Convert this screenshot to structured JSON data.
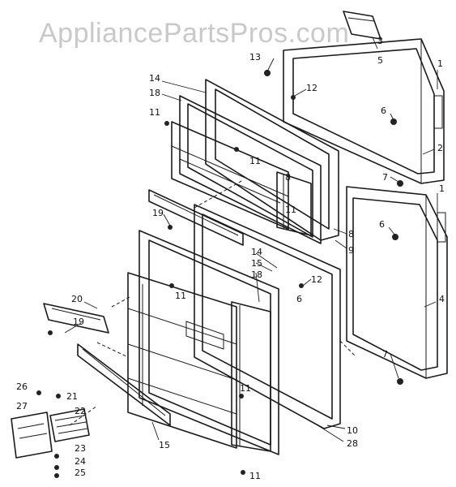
{
  "watermark": "AppliancePartsPros.com",
  "callouts": [
    {
      "id": "c1a",
      "text": "1"
    },
    {
      "id": "c1b",
      "text": "1"
    },
    {
      "id": "c2",
      "text": "2"
    },
    {
      "id": "c3",
      "text": "3"
    },
    {
      "id": "c4",
      "text": "4"
    },
    {
      "id": "c5",
      "text": "5"
    },
    {
      "id": "c6a",
      "text": "6"
    },
    {
      "id": "c6b",
      "text": "6"
    },
    {
      "id": "c6c",
      "text": "6"
    },
    {
      "id": "c7a",
      "text": "7"
    },
    {
      "id": "c7b",
      "text": "7"
    },
    {
      "id": "c8a",
      "text": "8"
    },
    {
      "id": "c8b",
      "text": "8"
    },
    {
      "id": "c9",
      "text": "9"
    },
    {
      "id": "c10",
      "text": "10"
    },
    {
      "id": "c11a",
      "text": "11"
    },
    {
      "id": "c11b",
      "text": "11"
    },
    {
      "id": "c11c",
      "text": "11"
    },
    {
      "id": "c11d",
      "text": "11"
    },
    {
      "id": "c11e",
      "text": "11"
    },
    {
      "id": "c11f",
      "text": "11"
    },
    {
      "id": "c12a",
      "text": "12"
    },
    {
      "id": "c12b",
      "text": "12"
    },
    {
      "id": "c13",
      "text": "13"
    },
    {
      "id": "c14a",
      "text": "14"
    },
    {
      "id": "c14b",
      "text": "14"
    },
    {
      "id": "c15a",
      "text": "15"
    },
    {
      "id": "c15b",
      "text": "15"
    },
    {
      "id": "c18a",
      "text": "18"
    },
    {
      "id": "c18b",
      "text": "18"
    },
    {
      "id": "c19a",
      "text": "19"
    },
    {
      "id": "c19b",
      "text": "19"
    },
    {
      "id": "c20",
      "text": "20"
    },
    {
      "id": "c21",
      "text": "21"
    },
    {
      "id": "c22",
      "text": "22"
    },
    {
      "id": "c23",
      "text": "23"
    },
    {
      "id": "c24",
      "text": "24"
    },
    {
      "id": "c25",
      "text": "25"
    },
    {
      "id": "c26",
      "text": "26"
    },
    {
      "id": "c27",
      "text": "27"
    },
    {
      "id": "c28",
      "text": "28"
    }
  ]
}
